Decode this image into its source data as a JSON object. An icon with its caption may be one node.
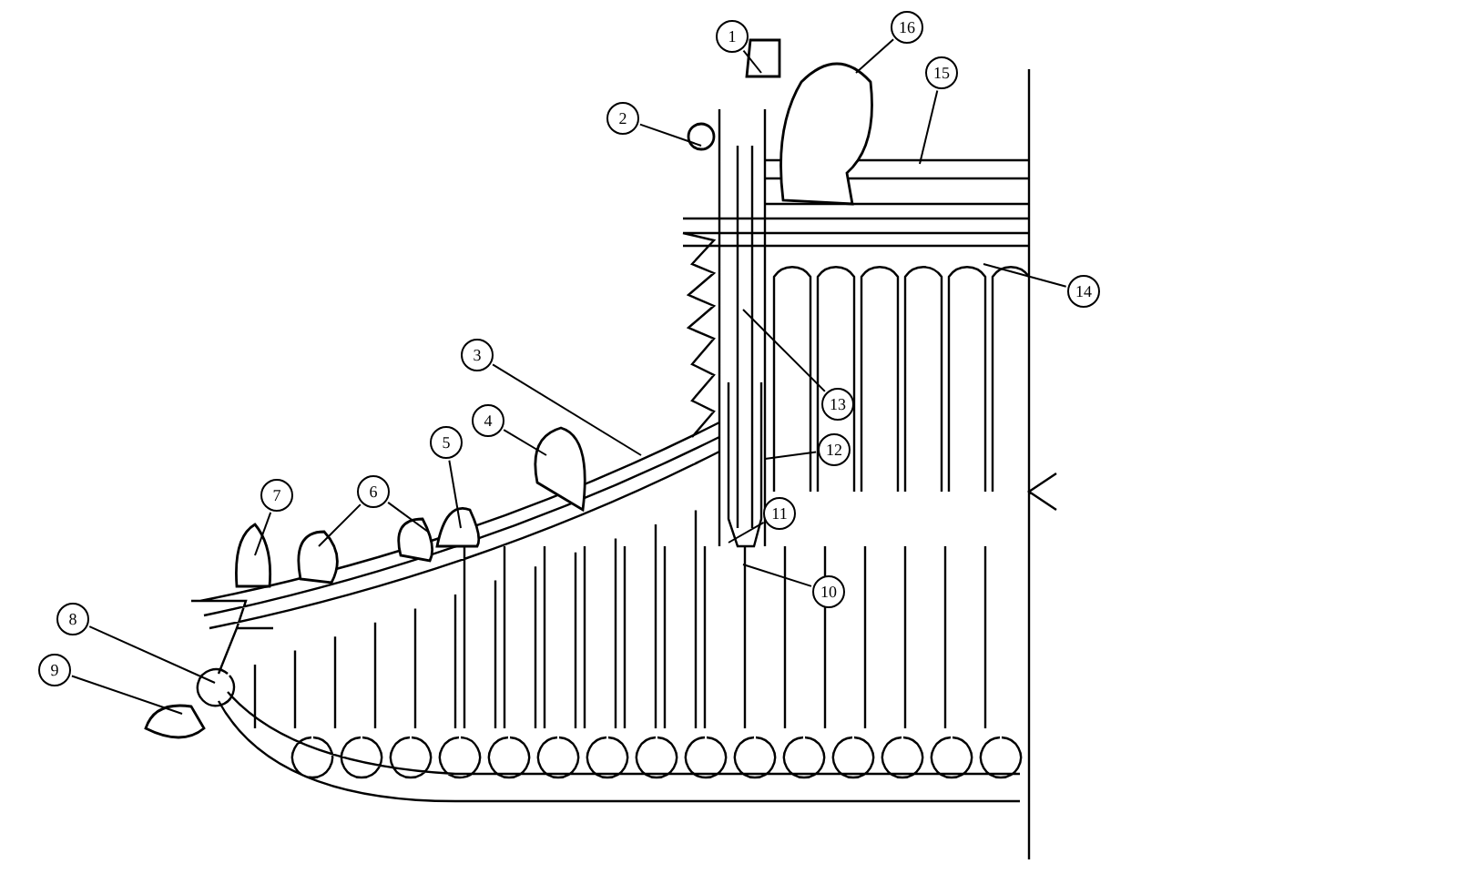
{
  "diagram": {
    "nodes": [
      {
        "text": [
          "1"
        ]
      },
      {
        "text": [
          "2"
        ]
      },
      {
        "text": [
          "3"
        ]
      },
      {
        "text": [
          "4"
        ]
      },
      {
        "text": [
          "5"
        ]
      },
      {
        "text": [
          "6"
        ]
      },
      {
        "text": [
          "7"
        ]
      },
      {
        "text": [
          "8"
        ]
      },
      {
        "text": [
          "9"
        ]
      },
      {
        "text": [
          "10"
        ]
      },
      {
        "text": [
          "11"
        ]
      },
      {
        "text": [
          "12"
        ]
      },
      {
        "text": [
          "13"
        ]
      },
      {
        "text": [
          "14"
        ]
      },
      {
        "text": [
          "15"
        ]
      },
      {
        "text": [
          "16"
        ]
      }
    ],
    "edges": [
      {
        "from": 0,
        "to": null,
        "arrow": "none"
      },
      {
        "from": 1,
        "to": null,
        "arrow": "none"
      },
      {
        "from": 2,
        "to": null,
        "arrow": "none"
      },
      {
        "from": 3,
        "to": null,
        "arrow": "none"
      },
      {
        "from": 4,
        "to": null,
        "arrow": "none"
      },
      {
        "from": 5,
        "to": null,
        "arrow": "none"
      },
      {
        "from": 5,
        "to": null,
        "arrow": "none"
      },
      {
        "from": 6,
        "to": null,
        "arrow": "none"
      },
      {
        "from": 7,
        "to": null,
        "arrow": "none"
      },
      {
        "from": 8,
        "to": null,
        "arrow": "none"
      },
      {
        "from": 9,
        "to": null,
        "arrow": "none"
      },
      {
        "from": 10,
        "to": null,
        "arrow": "none"
      },
      {
        "from": 11,
        "to": null,
        "arrow": "none"
      },
      {
        "from": 12,
        "to": null,
        "arrow": "none"
      },
      {
        "from": 13,
        "to": null,
        "arrow": "none"
      },
      {
        "from": 14,
        "to": null,
        "arrow": "none"
      },
      {
        "from": 15,
        "to": null,
        "arrow": "none"
      }
    ]
  }
}
